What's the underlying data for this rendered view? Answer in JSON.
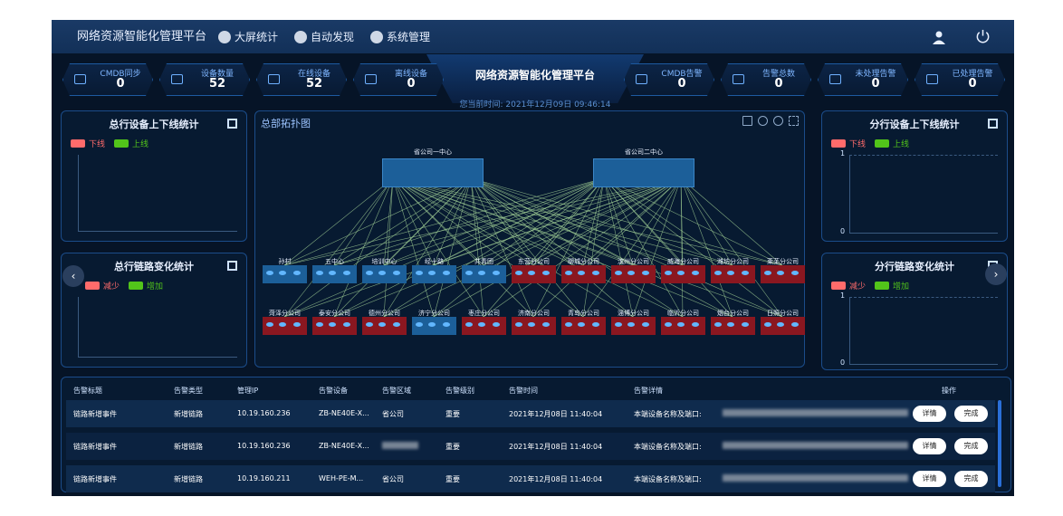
{
  "header": {
    "app_title": "网络资源智能化管理平台",
    "nav": [
      {
        "label": "大屏统计",
        "icon": "home-icon"
      },
      {
        "label": "自动发现",
        "icon": "compass-icon"
      },
      {
        "label": "系统管理",
        "icon": "list-icon"
      }
    ]
  },
  "stats_left": [
    {
      "label": "CMDB同步",
      "value": "0"
    },
    {
      "label": "设备数量",
      "value": "52"
    },
    {
      "label": "在线设备",
      "value": "52"
    },
    {
      "label": "离线设备",
      "value": "0"
    }
  ],
  "stats_right": [
    {
      "label": "CMDB告警",
      "value": "0"
    },
    {
      "label": "告警总数",
      "value": "0"
    },
    {
      "label": "未处理告警",
      "value": "0"
    },
    {
      "label": "已处理告警",
      "value": "0"
    }
  ],
  "center": {
    "title": "网络资源智能化管理平台",
    "time": "您当前时间: 2021年12月09日 09:46:14"
  },
  "panels": {
    "hq_device": {
      "title": "总行设备上下线统计",
      "legend": [
        "下线",
        "上线"
      ],
      "colors": [
        "#ff6b6b",
        "#52c41a"
      ]
    },
    "hq_link": {
      "title": "总行链路变化统计",
      "legend": [
        "减少",
        "增加"
      ],
      "colors": [
        "#ff6b6b",
        "#52c41a"
      ]
    },
    "branch_device": {
      "title": "分行设备上下线统计",
      "legend": [
        "下线",
        "上线"
      ],
      "ticks": [
        "1",
        "0"
      ],
      "colors": [
        "#ff6b6b",
        "#52c41a"
      ]
    },
    "branch_link": {
      "title": "分行链路变化统计",
      "legend": [
        "减少",
        "增加"
      ],
      "ticks": [
        "1",
        "0"
      ],
      "colors": [
        "#ff6b6b",
        "#52c41a"
      ]
    }
  },
  "topology": {
    "title": "总部拓扑图",
    "hq_nodes": [
      "省公司一中心",
      "省公司二中心"
    ],
    "row1": [
      {
        "name": "孙村",
        "color": "blue"
      },
      {
        "name": "五中心",
        "color": "blue"
      },
      {
        "name": "培训中心",
        "color": "blue"
      },
      {
        "name": "经十路",
        "color": "blue"
      },
      {
        "name": "共青团",
        "color": "blue"
      },
      {
        "name": "东营分公司",
        "color": "red"
      },
      {
        "name": "聊城分公司",
        "color": "red"
      },
      {
        "name": "滨州分公司",
        "color": "red"
      },
      {
        "name": "威海分公司",
        "color": "red"
      },
      {
        "name": "潍坊分公司",
        "color": "red"
      },
      {
        "name": "莱芜分公司",
        "color": "red"
      }
    ],
    "row2": [
      {
        "name": "菏泽分公司",
        "color": "red"
      },
      {
        "name": "泰安分公司",
        "color": "red"
      },
      {
        "name": "德州分公司",
        "color": "red"
      },
      {
        "name": "济宁分公司",
        "color": "blue"
      },
      {
        "name": "枣庄分公司",
        "color": "red"
      },
      {
        "name": "济南分公司",
        "color": "red"
      },
      {
        "name": "青岛分公司",
        "color": "red"
      },
      {
        "name": "淄博分公司",
        "color": "red"
      },
      {
        "name": "临沂分公司",
        "color": "red"
      },
      {
        "name": "烟台分公司",
        "color": "red"
      },
      {
        "name": "日照分公司",
        "color": "red"
      }
    ]
  },
  "alarm_table": {
    "headers": [
      "告警标题",
      "告警类型",
      "管理IP",
      "告警设备",
      "告警区域",
      "告警级别",
      "告警时间",
      "告警详情",
      "操作"
    ],
    "rows": [
      {
        "title": "链路新增事件",
        "type": "新增链路",
        "ip": "10.19.160.236",
        "device": "ZB-NE40E-X...",
        "region": "省公司",
        "level": "重要",
        "time": "2021年12月08日 11:40:04",
        "detail": "本端设备名称及端口:"
      },
      {
        "title": "链路新增事件",
        "type": "新增链路",
        "ip": "10.19.160.236",
        "device": "ZB-NE40E-X...",
        "region": "",
        "level": "重要",
        "time": "2021年12月08日 11:40:04",
        "detail": "本端设备名称及端口:"
      },
      {
        "title": "链路新增事件",
        "type": "新增链路",
        "ip": "10.19.160.211",
        "device": "WEH-PE-M...",
        "region": "省公司",
        "level": "重要",
        "time": "2021年12月08日 11:40:04",
        "detail": "本端设备名称及端口:"
      }
    ],
    "btn_detail": "详情",
    "btn_done": "完成"
  },
  "colors": {
    "bg": "#061427",
    "accent": "#1d5aa0",
    "topo_link": "#a8d89a",
    "node_red": "#8a1720",
    "node_blue": "#1c5f99"
  }
}
